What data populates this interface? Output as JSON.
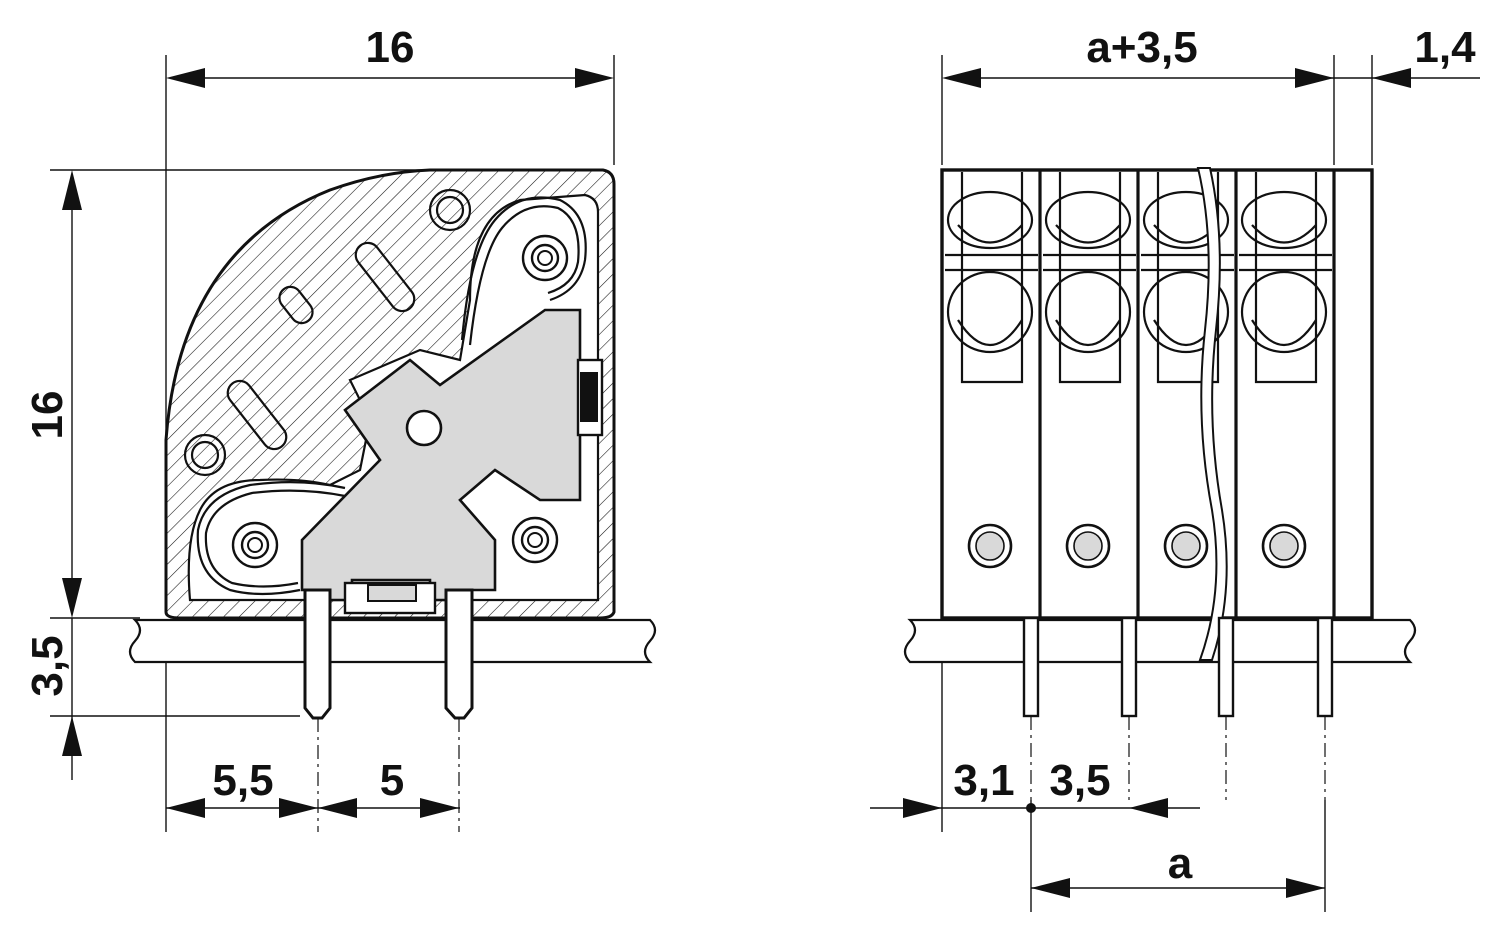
{
  "side_view": {
    "width_dim": "16",
    "height_dim": "16",
    "pin_length_dim": "3,5",
    "offset_dim": "5,5",
    "pitch_dim": "5"
  },
  "front_view": {
    "total_width_dim": "a+3,5",
    "edge_dim": "1,4",
    "first_pin_dim": "3,1",
    "pin_pitch_dim": "3,5",
    "span_dim": "a"
  }
}
